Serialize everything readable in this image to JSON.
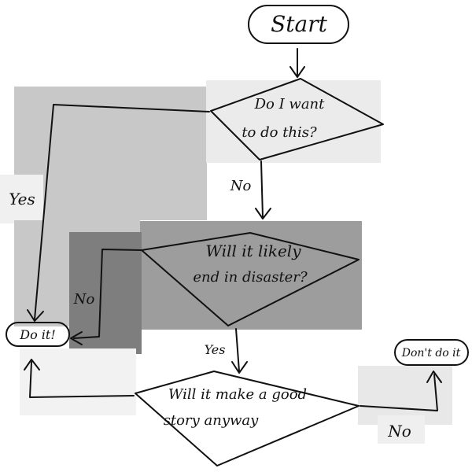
{
  "nodes": {
    "start": "Start",
    "q1_line1": "Do I want",
    "q1_line2": "to do this?",
    "q2_line1": "Will it likely",
    "q2_line2": "end in disaster?",
    "q3_line1": "Will it make a good",
    "q3_line2": "story anyway",
    "do_it": "Do it!",
    "dont_do_it": "Don't do it"
  },
  "edges": {
    "q1_yes": "Yes",
    "q1_no": "No",
    "q2_no": "No",
    "q2_yes": "Yes",
    "q3_no": "No"
  }
}
